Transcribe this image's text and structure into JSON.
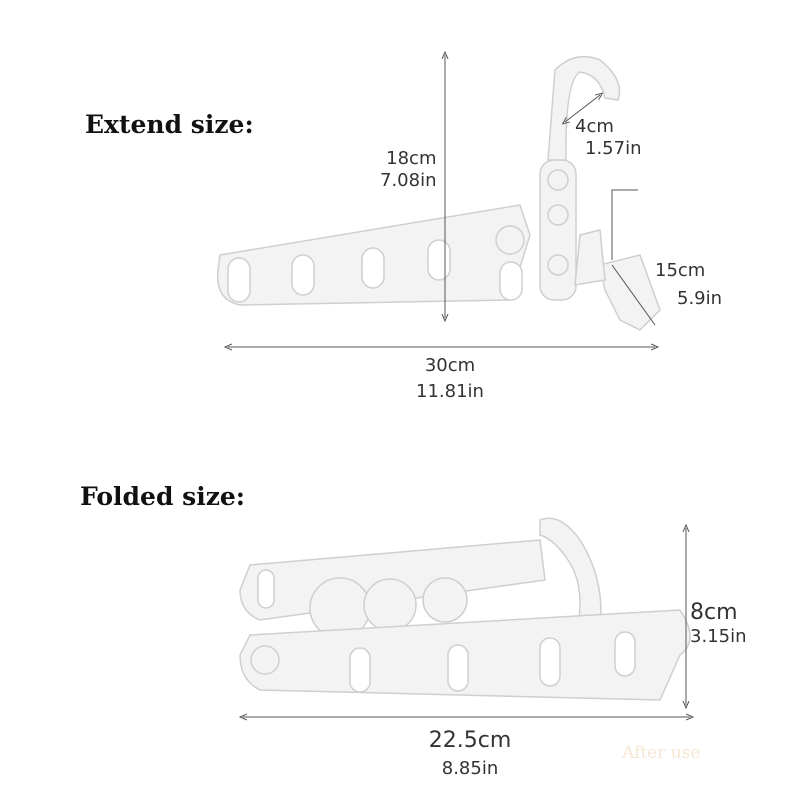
{
  "extend": {
    "heading": "Extend size:",
    "height_cm": "18cm",
    "height_in": "7.08in",
    "hook_cm": "4cm",
    "hook_in": "1.57in",
    "arm_cm": "15cm",
    "arm_in": "5.9in",
    "length_cm": "30cm",
    "length_in": "11.81in"
  },
  "folded": {
    "heading": "Folded size:",
    "height_cm": "8cm",
    "height_in": "3.15in",
    "length_cm": "22.5cm",
    "length_in": "8.85in"
  },
  "watermark": "After use",
  "colors": {
    "product": "#f2f2f2",
    "outline": "#d0d0d0",
    "line": "#555555",
    "watermark": "#f6e6d2"
  }
}
